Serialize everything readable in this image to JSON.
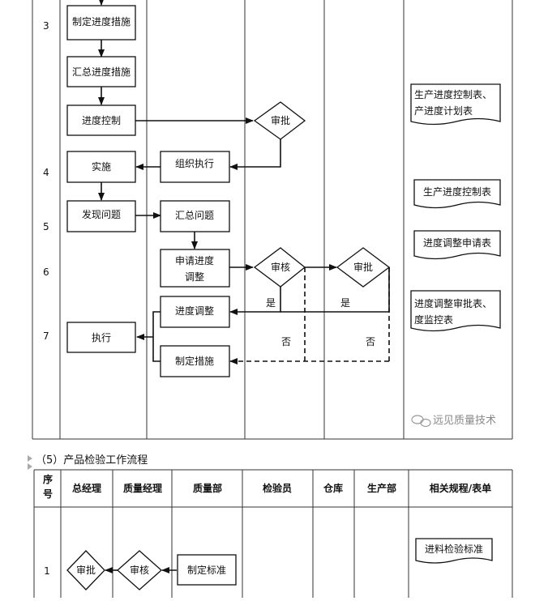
{
  "top_flow": {
    "row_numbers": [
      "3",
      "4",
      "5",
      "6",
      "7"
    ],
    "boxes": {
      "zhiding_jindu": "制定进度措施",
      "huizong_jindu": "汇总进度措施",
      "jindu_kongzhi": "进度控制",
      "shishi": "实施",
      "zuzhi_zhixing": "组织执行",
      "faxian_wenti": "发现问题",
      "huizong_wenti": "汇总问题",
      "shenqing_l1": "申请进度",
      "shenqing_l2": "调整",
      "jindu_tiaozheng": "进度调整",
      "zhixing": "执行",
      "zhiding_cuoshi": "制定措施"
    },
    "diamonds": {
      "shenpi_1": "审批",
      "shenhe": "审核",
      "shenpi_2": "审批"
    },
    "branch_labels": {
      "shi_1": "是",
      "shi_2": "是",
      "fou_1": "否",
      "fou_2": "否"
    },
    "documents": {
      "doc1_l1": "生产进度控制表、",
      "doc1_l2": "产进度计划表",
      "doc2": "生产进度控制表",
      "doc3": "进度调整申请表",
      "doc4_l1": "进度调整审批表、",
      "doc4_l2": "度监控表"
    },
    "watermark": "远见质量技术"
  },
  "section": {
    "title": "（5）产品检验工作流程",
    "headers": {
      "seq_l1": "序",
      "seq_l2": "号",
      "c1": "总经理",
      "c2": "质量经理",
      "c3": "质量部",
      "c4": "检验员",
      "c5": "仓库",
      "c6": "生产部",
      "c7": "相关规程/表单"
    },
    "row1": {
      "num": "1",
      "shenpi": "审批",
      "shenhe": "审核",
      "zhiding_biaozhun": "制定标准",
      "doc": "进料检验标准"
    }
  }
}
